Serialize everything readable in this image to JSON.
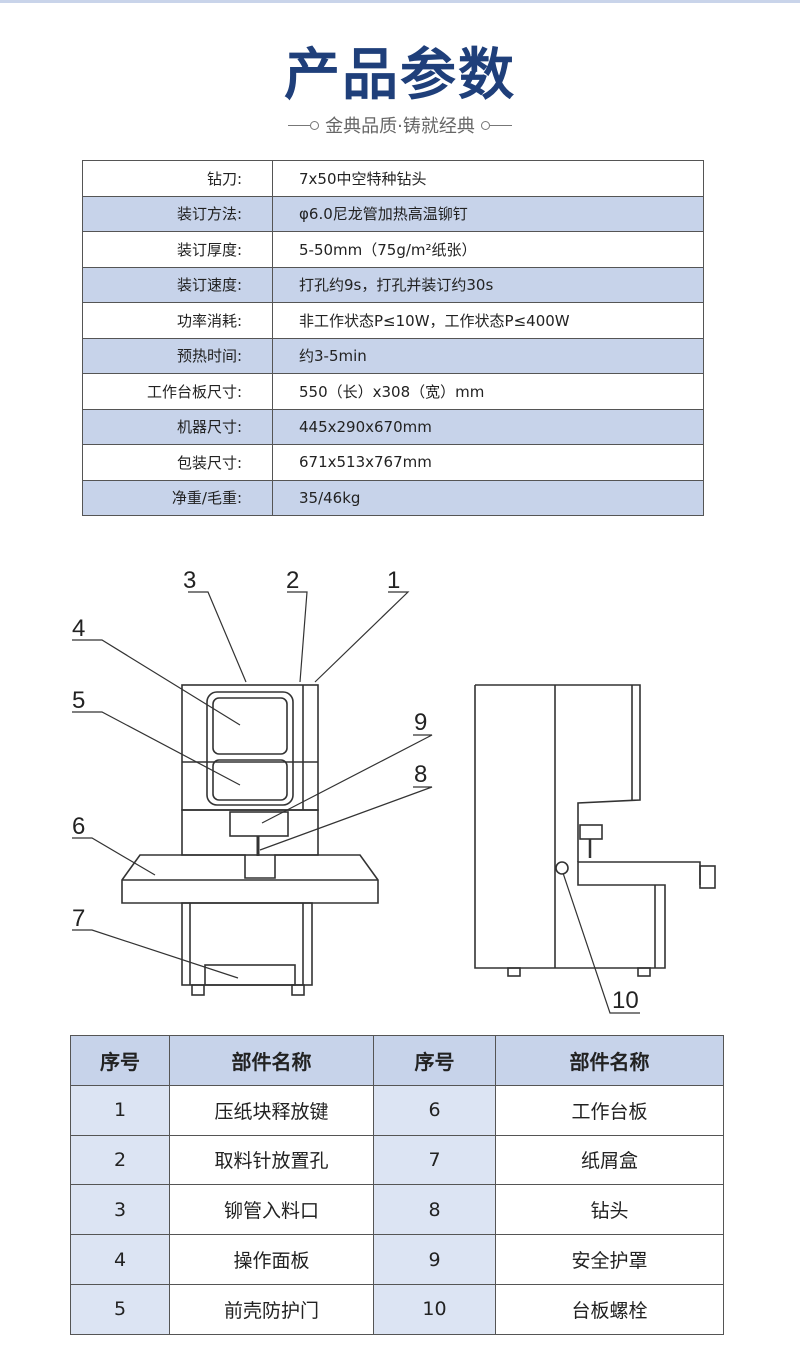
{
  "header": {
    "title": "产品参数",
    "subtitle": "金典品质·铸就经典"
  },
  "specs": [
    {
      "label": "钻刀:",
      "value": "7x50中空特种钻头"
    },
    {
      "label": "装订方法:",
      "value": "φ6.0尼龙管加热高温铆钉"
    },
    {
      "label": "装订厚度:",
      "value": "5-50mm（75g/m²纸张）"
    },
    {
      "label": "装订速度:",
      "value": "打孔约9s，打孔并装订约30s"
    },
    {
      "label": "功率消耗:",
      "value": "非工作状态P≤10W，工作状态P≤400W"
    },
    {
      "label": "预热时间:",
      "value": "约3-5min"
    },
    {
      "label": "工作台板尺寸:",
      "value": "550（长）x308（宽）mm"
    },
    {
      "label": "机器尺寸:",
      "value": "445x290x670mm"
    },
    {
      "label": "包装尺寸:",
      "value": "671x513x767mm"
    },
    {
      "label": "净重/毛重:",
      "value": "35/46kg"
    }
  ],
  "diagram": {
    "callouts": [
      "1",
      "2",
      "3",
      "4",
      "5",
      "6",
      "7",
      "8",
      "9",
      "10"
    ]
  },
  "parts_table": {
    "headers": [
      "序号",
      "部件名称",
      "序号",
      "部件名称"
    ],
    "rows": [
      {
        "n1": "1",
        "p1": "压纸块释放键",
        "n2": "6",
        "p2": "工作台板"
      },
      {
        "n1": "2",
        "p1": "取料针放置孔",
        "n2": "7",
        "p2": "纸屑盒"
      },
      {
        "n1": "3",
        "p1": "铆管入料口",
        "n2": "8",
        "p2": "钻头"
      },
      {
        "n1": "4",
        "p1": "操作面板",
        "n2": "9",
        "p2": "安全护罩"
      },
      {
        "n1": "5",
        "p1": "前壳防护门",
        "n2": "10",
        "p2": "台板螺栓"
      }
    ]
  }
}
